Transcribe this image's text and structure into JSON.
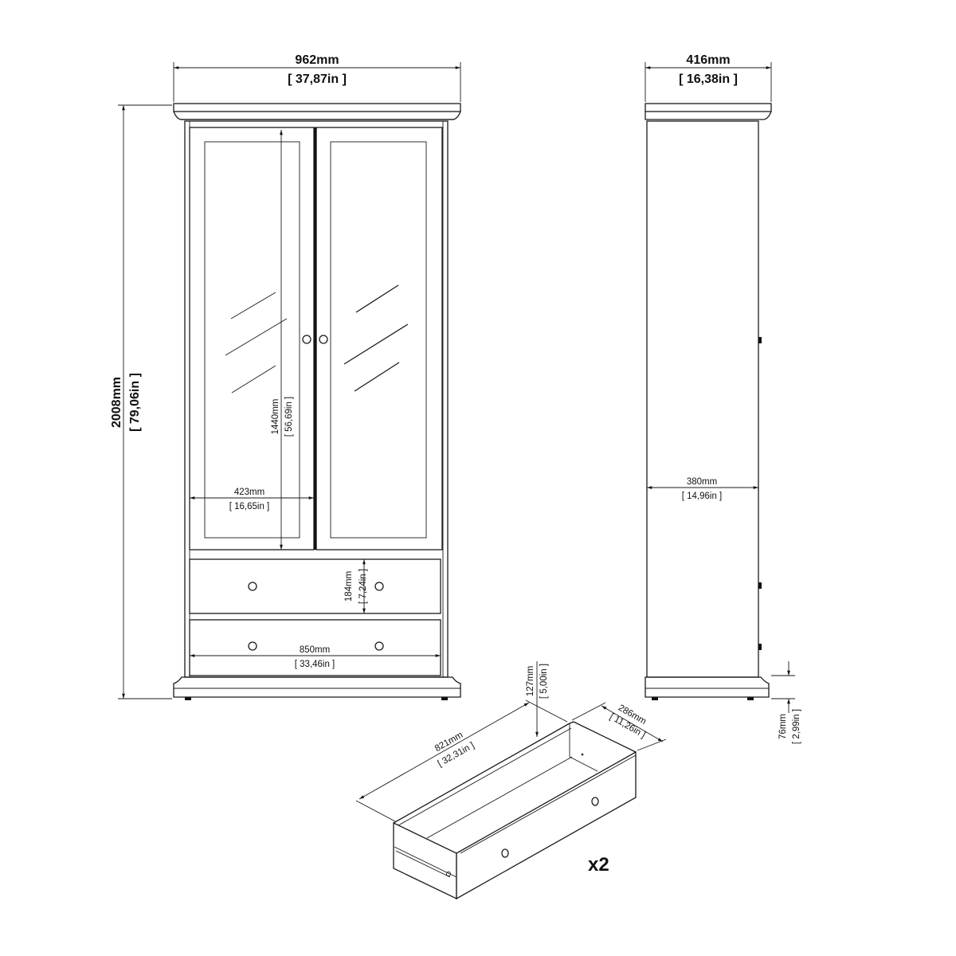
{
  "front_view": {
    "width": {
      "mm": "962mm",
      "in": "37,87in"
    },
    "height": {
      "mm": "2008mm",
      "in": "79,06in"
    },
    "glass_height": {
      "mm": "1440mm",
      "in": "56,69in"
    },
    "door_width": {
      "mm": "423mm",
      "in": "16,65in"
    },
    "drawer_height": {
      "mm": "184mm",
      "in": "7,24in"
    },
    "drawer_width": {
      "mm": "850mm",
      "in": "33,46in"
    }
  },
  "side_view": {
    "depth": {
      "mm": "416mm",
      "in": "16,38in"
    },
    "inner_depth": {
      "mm": "380mm",
      "in": "14,96in"
    },
    "plinth_height": {
      "mm": "76mm",
      "in": "2,99in"
    }
  },
  "drawer_view": {
    "length": {
      "mm": "821mm",
      "in": "32,31in"
    },
    "depth": {
      "mm": "286mm",
      "in": "11,26in"
    },
    "height": {
      "mm": "127mm",
      "in": "5,00in"
    },
    "quantity": "x2"
  }
}
